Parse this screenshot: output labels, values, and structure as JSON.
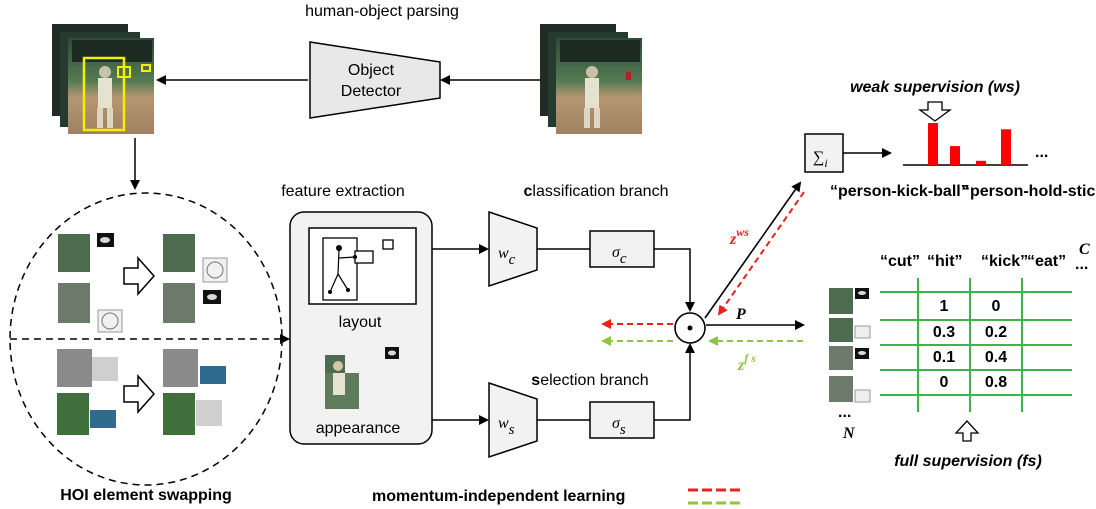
{
  "colors": {
    "red": "#e8211a",
    "green": "#8cc63f",
    "grid_green": "#3cb44b",
    "bar_red": "#ff0000"
  },
  "top": {
    "title": "human-object parsing",
    "detector_line1": "Object",
    "detector_line2": "Detector"
  },
  "swap": {
    "title": "HOI element swapping"
  },
  "features": {
    "title": "feature extraction",
    "layout": "layout",
    "appearance": "appearance"
  },
  "classification": {
    "title_bold": "c",
    "title_rest": "lassification branch",
    "w_label": "w",
    "w_sub": "c",
    "sigma_label": "σ",
    "sigma_sub": "c"
  },
  "selection": {
    "title_bold": "s",
    "title_rest": "election branch",
    "w_label": "w",
    "w_sub": "s",
    "sigma_label": "σ",
    "sigma_sub": "s"
  },
  "center": {
    "odot": "⊙",
    "p_label": "P",
    "zws_base": "z",
    "zws_sup": "ws",
    "zfs_base": "z",
    "zfs_sup": "f s"
  },
  "weak": {
    "title": "weak supervision (ws)",
    "sum_symbol": "∑",
    "sum_sub": "i",
    "ellipsis": "...",
    "label1": "“person-kick-ball”",
    "label2": "“person-hold-stick”",
    "bar_heights": [
      1.0,
      0.45,
      0.1,
      0.85
    ]
  },
  "full": {
    "title": "full supervision (fs)",
    "headers": [
      "“cut”",
      "“hit”",
      "“kick”",
      "“eat”"
    ],
    "c_label": "C",
    "c_dots": "...",
    "n_dots": "...",
    "n_label": "N",
    "rows": [
      [
        "1",
        "0"
      ],
      [
        "0.3",
        "0.2"
      ],
      [
        "0.1",
        "0.4"
      ],
      [
        "0",
        "0.8"
      ]
    ]
  },
  "legend": {
    "text": "momentum-independent learning"
  }
}
